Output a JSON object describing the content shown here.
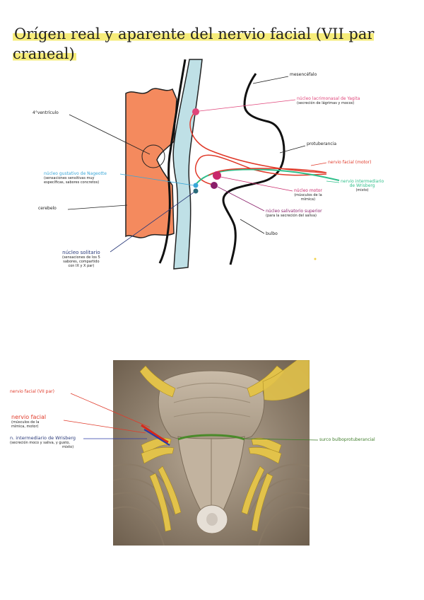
{
  "title": "Orígen real y aparente del nervio facial (VII par craneal)",
  "diagram1": {
    "labels": {
      "mesencefalo": "mesencéfalo",
      "lagrimal": "núcleo lacrimonasal de Yagita",
      "lagrimal_sub": "(secreción de lágrimas y mocos)",
      "cuarto_ventriculo": "4°ventrículo",
      "protuberancia": "protuberancia",
      "nervio_facial_motor": "nervio facial (motor)",
      "gustativo": "núcleo gustativo de Nageotte",
      "gustativo_sub1": "(sensaciones sensitivas muy",
      "gustativo_sub2": "específicas, sabores concretos)",
      "intermediario": "nervio intermediario",
      "intermediario_2": "de Wrisberg",
      "intermediario_3": "(mixto)",
      "motor_nucleus": "núcleo motor",
      "motor_nucleus_sub1": "(músculos de la",
      "motor_nucleus_sub2": "mímica)",
      "cerebelo": "cerebelo",
      "salivatorio": "núcleo salivatorio superior",
      "salivatorio_sub": "(para la secreción del saliva)",
      "bulbo": "bulbo",
      "solitario": "núcleo solitario",
      "solitario_sub1": "(sensaciones de los 5",
      "solitario_sub2": "sabores, compartido",
      "solitario_sub3": "con IX y X par)"
    }
  },
  "diagram2": {
    "labels": {
      "vii_par": "nervio facial (VII par)",
      "nervio_facial": "nervio facial",
      "nervio_facial_sub1": "(músculos de la",
      "nervio_facial_sub2": "mímica, motor)",
      "intermediario": "n. intermediario de Wrisberg",
      "intermediario_sub1": "(secreción moco y saliva, y gusto,",
      "intermediario_sub2": "mixto)",
      "surco": "surco bulboprotuberancial"
    }
  },
  "colors": {
    "cerebellum": "#f48a5e",
    "ventricle": "#bfe0e6",
    "lacrimal": "#e0457a",
    "motor": "#e03a2a",
    "intermediate": "#2fbf8a",
    "salivary": "#8a1f6a",
    "gustatory": "#3aa7d8",
    "solitary": "#2a6a7a",
    "sulcus": "#3f7d2a",
    "highlight": "#f6ec7a"
  }
}
